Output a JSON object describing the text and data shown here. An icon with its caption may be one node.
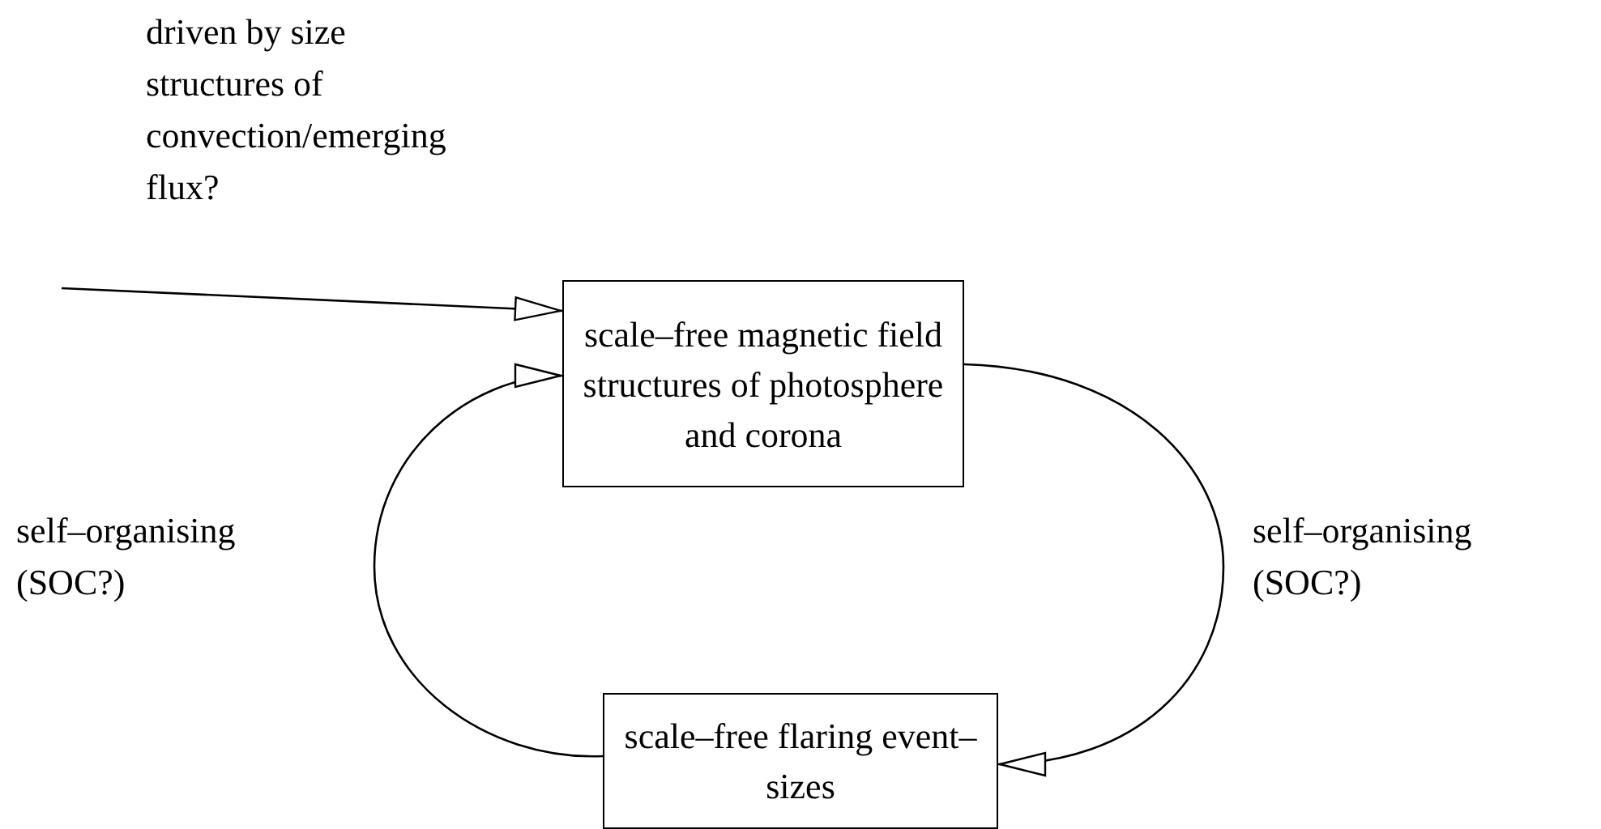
{
  "diagram": {
    "nodes": [
      {
        "text": [
          "scale–free magnetic field structures of photosphere and corona"
        ]
      },
      {
        "text": [
          "scale–free flaring event–sizes"
        ]
      }
    ],
    "edges": [
      {
        "from": null,
        "to": 0,
        "arrow": "to",
        "label": "driven by size structures of convection/emerging flux?"
      },
      {
        "from": 1,
        "to": 0,
        "arrow": "to",
        "label": "self–organising (SOC?)"
      },
      {
        "from": 0,
        "to": 1,
        "arrow": "to",
        "label": "self–organising (SOC?)"
      }
    ]
  }
}
